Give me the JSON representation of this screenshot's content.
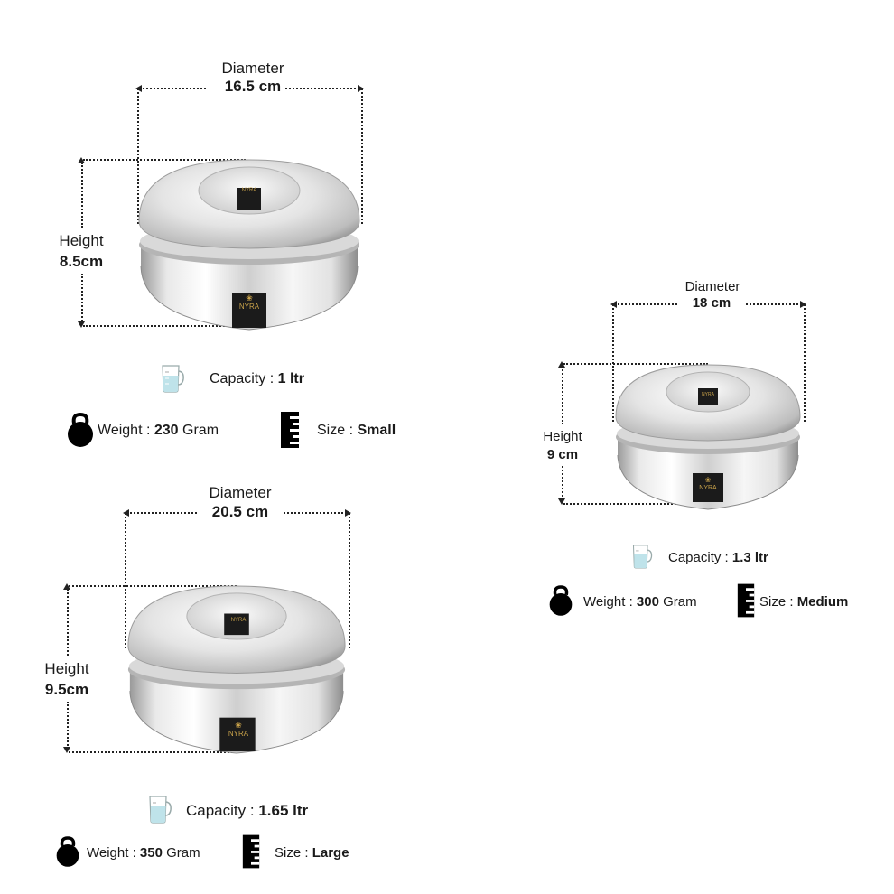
{
  "brand_logo_text": "NYRA",
  "products": [
    {
      "id": "small",
      "diameter_label": "Diameter",
      "diameter_value": "16.5 cm",
      "height_label": "Height",
      "height_value": "8.5cm",
      "capacity_label": "Capacity :",
      "capacity_value": "1 ltr",
      "weight_label": "Weight :",
      "weight_value": "230",
      "weight_unit": "Gram",
      "size_label": "Size :",
      "size_value": "Small"
    },
    {
      "id": "medium",
      "diameter_label": "Diameter",
      "diameter_value": "18 cm",
      "height_label": "Height",
      "height_value": "9 cm",
      "capacity_label": "Capacity :",
      "capacity_value": "1.3 ltr",
      "weight_label": "Weight :",
      "weight_value": "300",
      "weight_unit": "Gram",
      "size_label": "Size :",
      "size_value": "Medium"
    },
    {
      "id": "large",
      "diameter_label": "Diameter",
      "diameter_value": "20.5 cm",
      "height_label": "Height",
      "height_value": "9.5cm",
      "capacity_label": "Capacity :",
      "capacity_value": "1.65 ltr",
      "weight_label": "Weight :",
      "weight_value": "350",
      "weight_unit": "Gram",
      "size_label": "Size :",
      "size_value": "Large"
    }
  ],
  "icons": {
    "capacity": "measuring-jug-icon",
    "weight": "kettlebell-icon",
    "size": "ruler-icon"
  },
  "colors": {
    "steel_light": "#f4f4f4",
    "steel_mid": "#c9c9c9",
    "steel_dark": "#8a8a8a",
    "logo_bg": "#1b1b1b",
    "logo_gold": "#c8a24a",
    "jug_water": "#bfe3ea"
  }
}
